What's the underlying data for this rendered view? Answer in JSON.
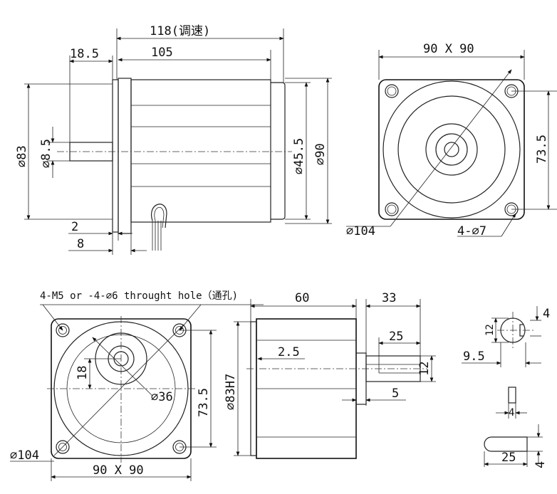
{
  "side_view": {
    "dim_total_length": "118(调速)",
    "dim_body_length": "105",
    "dim_shaft_length": "18.5",
    "dim_flange_dia": "⌀83",
    "dim_shaft_dia": "⌀8.5",
    "dim_rear_dia": "⌀45.5",
    "dim_body_dia": "⌀90",
    "dim_flange_thickness": "2",
    "dim_flange_offset": "8"
  },
  "front_view": {
    "dim_outline": "90 X 90",
    "dim_hole_pitch": "73.5",
    "dim_pcd": "⌀104",
    "dim_mount_holes": "4-⌀7"
  },
  "gearbox_front_view": {
    "dim_holes_note": "4-M5 or -4-⌀6 throught hole（通孔)",
    "dim_hole_pitch": "73.5",
    "dim_offset": "18",
    "dim_boss_dia": "⌀36",
    "dim_pcd": "⌀104",
    "dim_outline": "90 X 90"
  },
  "gearbox_side_view": {
    "dim_body_length": "60",
    "dim_shaft_length": "33",
    "dim_key_length": "25",
    "dim_pilot_dia": "⌀83H7",
    "dim_pilot_depth": "2.5",
    "dim_shaft_dia": "12",
    "dim_shoulder": "5"
  },
  "shaft_section": {
    "dim_key_height": "4",
    "dim_dia": "12",
    "dim_flat": "9.5"
  },
  "key_detail": {
    "dim_key_width": "4",
    "dim_key_length": "25",
    "dim_key_height": "4"
  }
}
